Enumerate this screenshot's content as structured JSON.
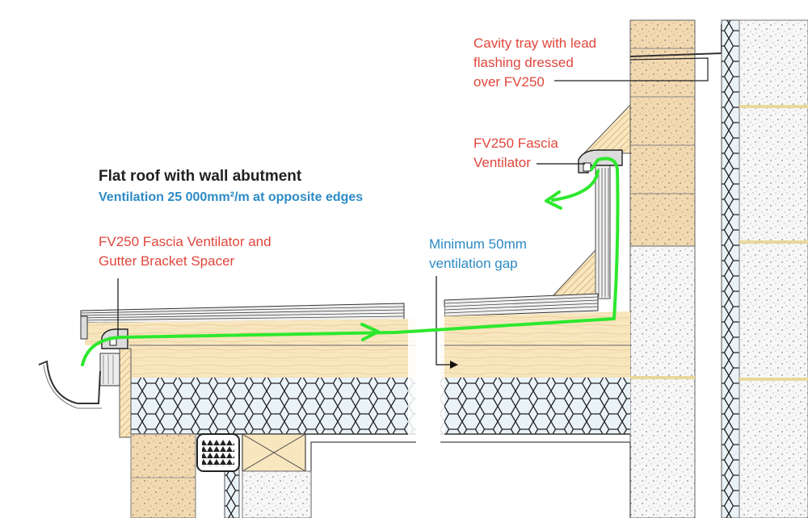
{
  "title": "Flat roof with wall abutment",
  "subtitle": "Ventilation 25 000mm²/m at opposite edges",
  "labels": {
    "cavity_tray": [
      "Cavity tray with lead",
      "flashing dressed",
      "over FV250"
    ],
    "fascia_ventilator": [
      "FV250 Fascia",
      "Ventilator"
    ],
    "gutter_spacer": [
      "FV250 Fascia Ventilator and",
      "Gutter Bracket Spacer"
    ],
    "ventilation_gap": [
      "Minimum 50mm",
      "ventilation gap"
    ]
  },
  "colors": {
    "label_red": "#e0463c",
    "label_blue": "#2d8ac4",
    "airflow_green": "#2ee82e",
    "timber": "#f8e6bf",
    "brick": "#f3d9b0",
    "insulation": "#e9f3f7"
  }
}
